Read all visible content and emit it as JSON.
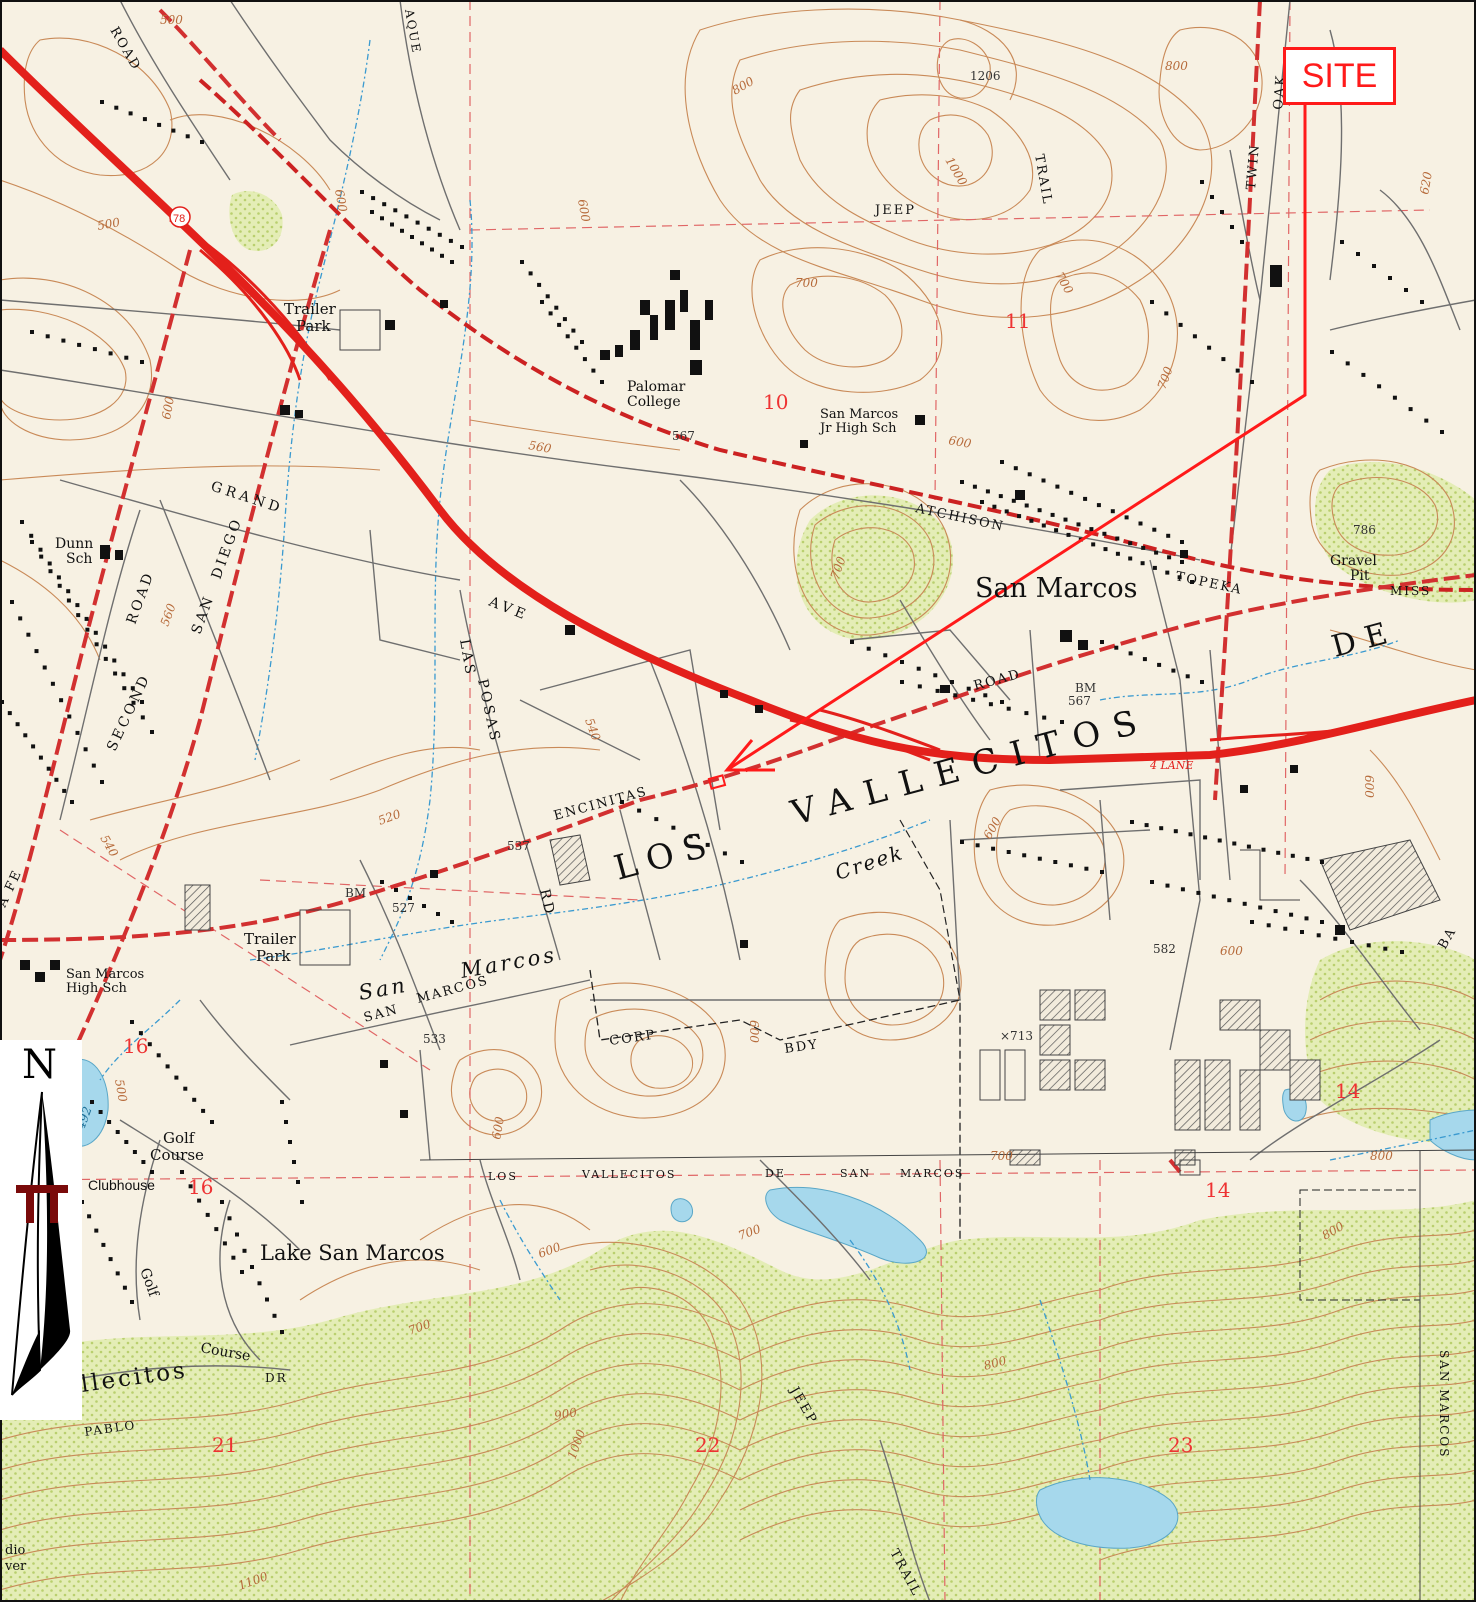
{
  "colors": {
    "paper": "#f7f1e3",
    "contour": "#c98a58",
    "woodland": "#dce8a8",
    "highway": "#e3201b",
    "road": "#777777",
    "water": "#a6d8ec",
    "site": "#ff1a1a",
    "arrowhead": "#7a0a0a"
  },
  "callout": {
    "label": "SITE"
  },
  "north_arrow": {
    "label": "N"
  },
  "places": {
    "san_marcos": "San Marcos",
    "los": "LOS",
    "vallecitos": "VALLECITOS",
    "de": "DE",
    "trailer_park": "Trailer",
    "park": "Park",
    "trailer_park2": "Trailer",
    "park2": "Park",
    "palomar": "Palomar",
    "college": "College",
    "jr_high_1": "San Marcos",
    "jr_high_2": "Jr High Sch",
    "dunn": "Dunn",
    "dunn_sch": "Sch",
    "high_sch_1": "San Marcos",
    "high_sch_2": "High Sch",
    "golf": "Golf",
    "course": "Course",
    "clubhouse": "Clubhouse",
    "lake": "Lake San Marcos",
    "gravel": "Gravel",
    "pit": "Pit",
    "creek": "Creek",
    "san_creek": "San",
    "marcos_creek": "Marcos",
    "llecitos": "llecitos",
    "golf2": "Golf",
    "course2": "Course"
  },
  "roads": {
    "grand": "GRAND",
    "ave": "AVE",
    "second": "SECOND",
    "san_diego": "SAN",
    "diego": "DIEGO",
    "road_left": "ROAD",
    "las": "LAS",
    "posas": "POSAS",
    "rd": "RD",
    "encinitas": "ENCINITAS",
    "road_mid": "ROAD",
    "atchison": "ATCHISON",
    "topeka": "TOPEKA",
    "miss": "MISS",
    "four_lane": "4 LANE",
    "jeep": "JEEP",
    "trail": "TRAIL",
    "twin": "TWIN",
    "oak": "OAK",
    "road_top": "ROAD",
    "aque": "AQUE",
    "san_marcos_rd_1": "SAN",
    "san_marcos_rd_2": "MARCOS",
    "corp": "CORP",
    "bdy": "BDY",
    "jeep2": "JEEP",
    "trail2": "TRAIL",
    "pablo": "PABLO",
    "dr": "DR",
    "fe": "A FE",
    "ba": "BA",
    "san_marcos_vert": "SAN MARCOS",
    "strip_los": "LOS",
    "strip_vallecitos": "VALLECITOS",
    "strip_de": "DE",
    "strip_san": "SAN",
    "strip_marcos": "MARCOS",
    "highway_78": "78",
    "dio": "dio",
    "ver": "ver"
  },
  "sections": [
    "10",
    "11",
    "14",
    "16",
    "16",
    "14",
    "21",
    "22",
    "23"
  ],
  "elevations": {
    "e500a": "500",
    "e500b": "500",
    "e600a": "600",
    "e600b": "600",
    "e600c": "600",
    "e600d": "600",
    "e560a": "560",
    "e560b": "560",
    "e567a": "567",
    "e567b": "567",
    "e540a": "540",
    "e540b": "540",
    "e520": "520",
    "e537": "537",
    "e527": "527",
    "e533": "533",
    "e582": "582",
    "e700a": "700",
    "e700b": "700",
    "e700c": "700",
    "e700d": "700",
    "e800a": "800",
    "e800b": "800",
    "e1206": "1206",
    "e1000": "1000",
    "e786": "786",
    "e620": "620",
    "e713": "×713",
    "e600e": "600",
    "e600f": "600",
    "e800c": "800",
    "e900": "900",
    "e1000b": "1000",
    "e1100": "1100",
    "e492": "492",
    "e500c": "500",
    "e600g": "600",
    "e600h": "600",
    "e700e": "700",
    "e700f": "700",
    "e800d": "800",
    "e800e": "800",
    "e600i": "600",
    "e600j": "600",
    "bm1": "BM",
    "bm2": "BM"
  }
}
